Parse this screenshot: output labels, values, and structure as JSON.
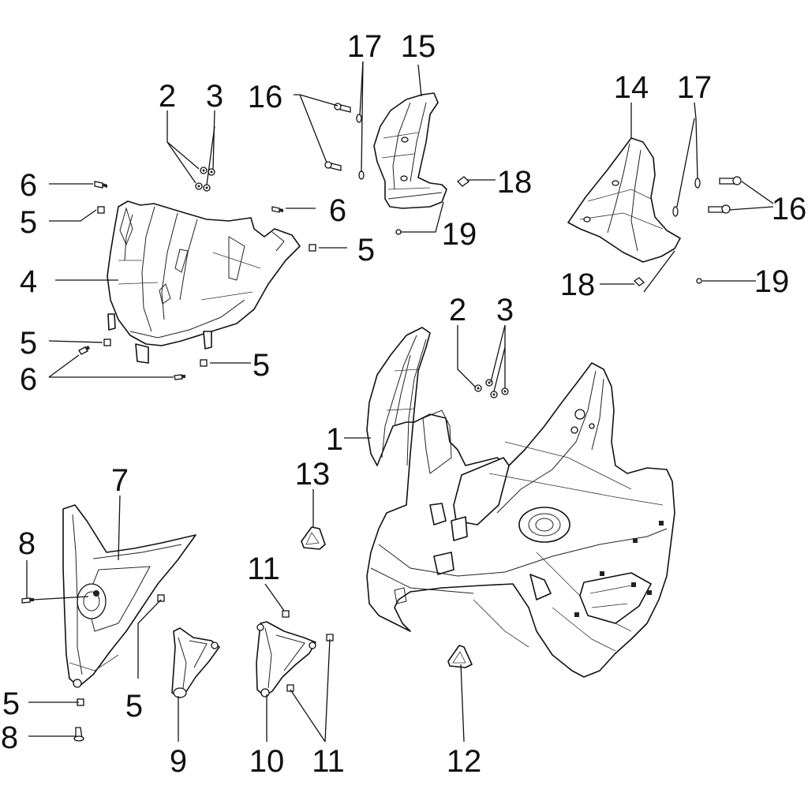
{
  "callouts": [
    {
      "id": "c2a",
      "text": "2"
    },
    {
      "id": "c3a",
      "text": "3"
    },
    {
      "id": "c6a",
      "text": "6"
    },
    {
      "id": "c5a",
      "text": "5"
    },
    {
      "id": "c4",
      "text": "4"
    },
    {
      "id": "c5b",
      "text": "5"
    },
    {
      "id": "c6b",
      "text": "6"
    },
    {
      "id": "c6c",
      "text": "6"
    },
    {
      "id": "c5c",
      "text": "5"
    },
    {
      "id": "c5d",
      "text": "5"
    },
    {
      "id": "c16a",
      "text": "16"
    },
    {
      "id": "c17a",
      "text": "17"
    },
    {
      "id": "c15",
      "text": "15"
    },
    {
      "id": "c18a",
      "text": "18"
    },
    {
      "id": "c19a",
      "text": "19"
    },
    {
      "id": "c14",
      "text": "14"
    },
    {
      "id": "c17b",
      "text": "17"
    },
    {
      "id": "c16b",
      "text": "16"
    },
    {
      "id": "c18b",
      "text": "18"
    },
    {
      "id": "c19b",
      "text": "19"
    },
    {
      "id": "c2b",
      "text": "2"
    },
    {
      "id": "c3b",
      "text": "3"
    },
    {
      "id": "c1",
      "text": "1"
    },
    {
      "id": "c13",
      "text": "13"
    },
    {
      "id": "c7",
      "text": "7"
    },
    {
      "id": "c8a",
      "text": "8"
    },
    {
      "id": "c11a",
      "text": "11"
    },
    {
      "id": "c5e",
      "text": "5"
    },
    {
      "id": "c5f",
      "text": "5"
    },
    {
      "id": "c8b",
      "text": "8"
    },
    {
      "id": "c9",
      "text": "9"
    },
    {
      "id": "c10",
      "text": "10"
    },
    {
      "id": "c11b",
      "text": "11"
    },
    {
      "id": "c12",
      "text": "12"
    }
  ]
}
